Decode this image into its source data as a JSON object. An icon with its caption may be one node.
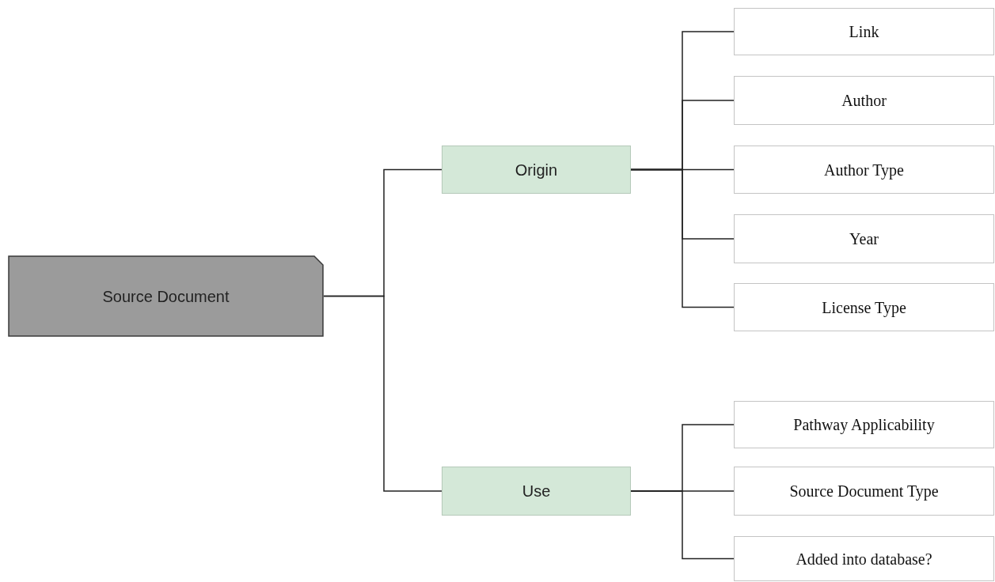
{
  "diagram": {
    "nodes": [
      {
        "text": [
          "Source Document"
        ]
      },
      {
        "text": [
          "Origin"
        ]
      },
      {
        "text": [
          "Use"
        ]
      },
      {
        "text": [
          "Link"
        ]
      },
      {
        "text": [
          "Author"
        ]
      },
      {
        "text": [
          "Author Type"
        ]
      },
      {
        "text": [
          "Year"
        ]
      },
      {
        "text": [
          "License Type"
        ]
      },
      {
        "text": [
          "Pathway Applicability"
        ]
      },
      {
        "text": [
          "Source Document Type"
        ]
      },
      {
        "text": [
          "Added into database?"
        ]
      }
    ],
    "edges": [
      {
        "from": 0,
        "to": 1,
        "arrow": "none"
      },
      {
        "from": 0,
        "to": 2,
        "arrow": "none"
      },
      {
        "from": 1,
        "to": 3,
        "arrow": "none"
      },
      {
        "from": 1,
        "to": 4,
        "arrow": "none"
      },
      {
        "from": 1,
        "to": 5,
        "arrow": "none"
      },
      {
        "from": 1,
        "to": 6,
        "arrow": "none"
      },
      {
        "from": 1,
        "to": 7,
        "arrow": "none"
      },
      {
        "from": 2,
        "to": 8,
        "arrow": "none"
      },
      {
        "from": 2,
        "to": 9,
        "arrow": "none"
      },
      {
        "from": 2,
        "to": 10,
        "arrow": "none"
      }
    ]
  }
}
